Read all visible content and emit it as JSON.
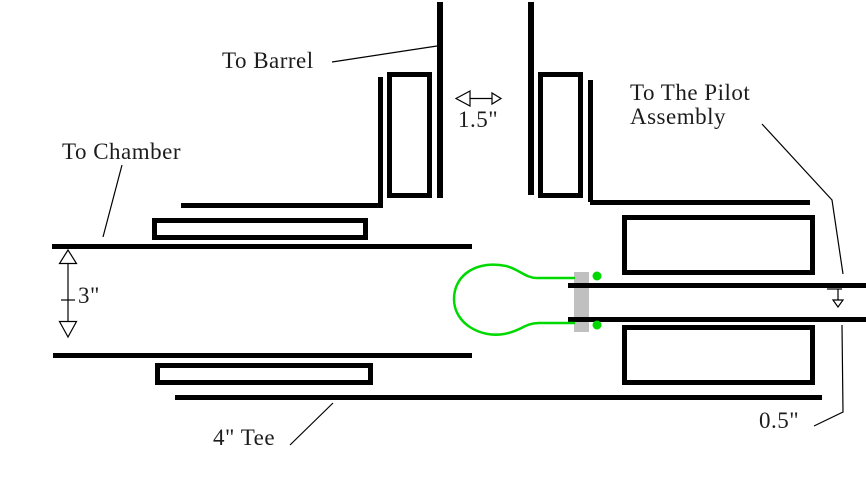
{
  "labels": {
    "to_barrel": "To Barrel",
    "to_chamber": "To Chamber",
    "to_pilot_line1": "To The Pilot",
    "to_pilot_line2": "Assembly",
    "tee": "4\" Tee"
  },
  "dimensions": {
    "barrel_spacing": "1.5\"",
    "tee_bore": "3\"",
    "pilot_pipe": "0.5\""
  },
  "colors": {
    "outline": "#000000",
    "diaphragm_green": "#00d900",
    "piston_gray": "#c0c0c0",
    "background": "#ffffff"
  }
}
